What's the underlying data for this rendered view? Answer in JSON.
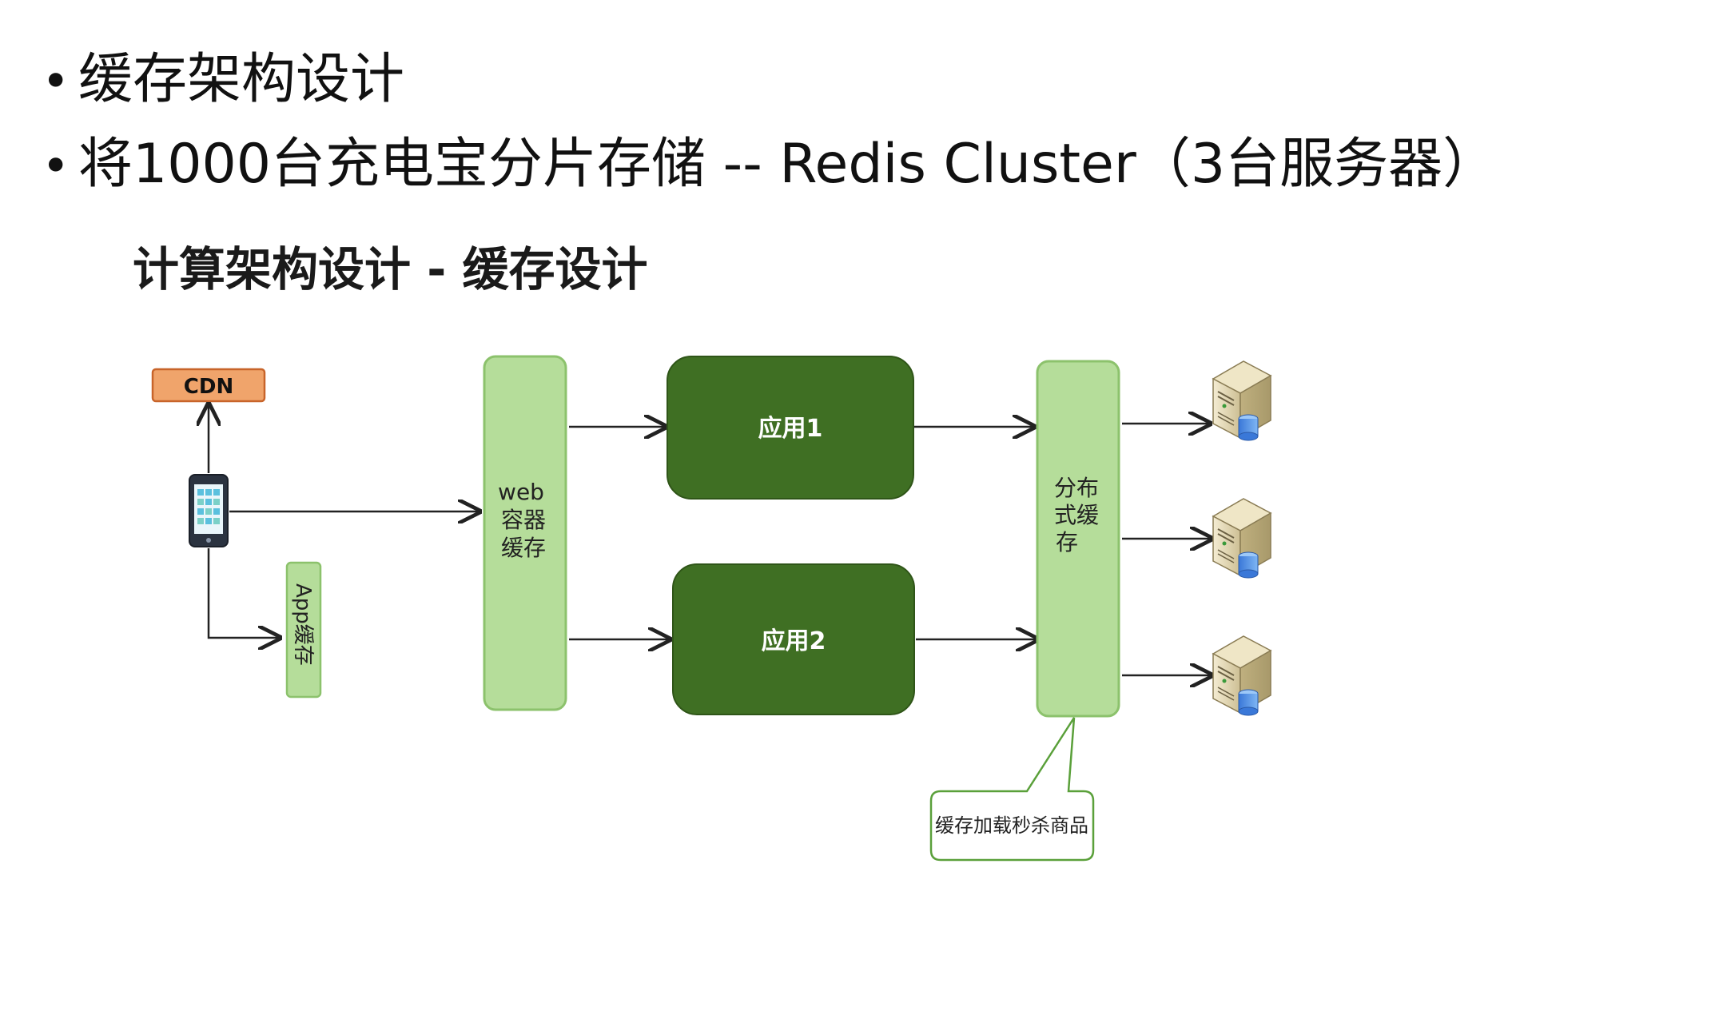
{
  "bullets": {
    "b1": "缓存架构设计",
    "b2": "将1000台充电宝分片存储 -- Redis Cluster（3台服务器）"
  },
  "subtitle": "计算架构设计 - 缓存设计",
  "diagram": {
    "cdn": "CDN",
    "app_cache": "App缓存",
    "web_cache": [
      "web",
      "容器",
      "缓存"
    ],
    "app1": "应用1",
    "app2": "应用2",
    "dist_cache": [
      "分布",
      "式缓",
      "存"
    ],
    "callout": "缓存加载秒杀商品"
  },
  "colors": {
    "cdn_fill": "#f0a46b",
    "cdn_stroke": "#c8642a",
    "light_green": "#b5dd9a",
    "light_green_stroke": "#8cc26c",
    "dark_green": "#3f6f23",
    "callout_stroke": "#5aa03a"
  }
}
